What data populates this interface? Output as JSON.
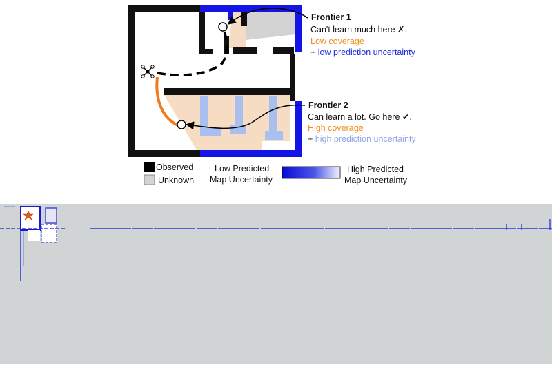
{
  "frontier1": {
    "title": "Frontier 1",
    "line1": "Can't learn much here ✗.",
    "line2": "Low coverage",
    "line3_prefix": "+ ",
    "line3": "low prediction uncertainty"
  },
  "frontier2": {
    "title": "Frontier 2",
    "line1": "Can learn a lot. Go here ✔.",
    "line2": "High coverage",
    "line3_prefix": "+ ",
    "line3": "high prediction uncertainty"
  },
  "legend": {
    "observed": "Observed",
    "unknown": "Unknown",
    "low_uncertainty_line1": "Low Predicted",
    "low_uncertainty_line2": "Map Uncertainty",
    "high_uncertainty_line1": "High Predicted",
    "high_uncertainty_line2": "Map Uncertainty"
  },
  "colors": {
    "wall": "#111111",
    "unknown": "#d3d3d3",
    "coverage": "#f7dcc4",
    "path": "#f07a1c",
    "high_uncertainty": "#1414e6",
    "low_uncertainty": "#a9bff0",
    "map_background": "#d0d4d4"
  },
  "icons": {
    "robot": "drone-icon",
    "target": "star-icon"
  }
}
